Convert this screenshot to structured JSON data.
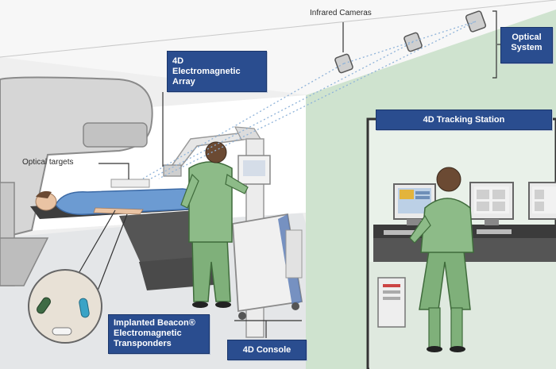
{
  "labels": {
    "infrared_cameras": "Infrared Cameras",
    "optical_system": "Optical\nSystem",
    "electromagnetic_array": "4D\nElectromagnetic\nArray",
    "optical_targets": "Optical targets",
    "tracking_station": "4D Tracking Station",
    "beacon_transponders": "Implanted Beacon®\nElectromagnetic\nTransponders",
    "console": "4D Console"
  },
  "colors": {
    "callout_bg": "#2a4d8f",
    "wall_green": "#cfe3cf",
    "staff_scrubs": "#7fb07a",
    "patient_gown": "#6c9bd2",
    "machine_gray": "#d6d6d6"
  }
}
